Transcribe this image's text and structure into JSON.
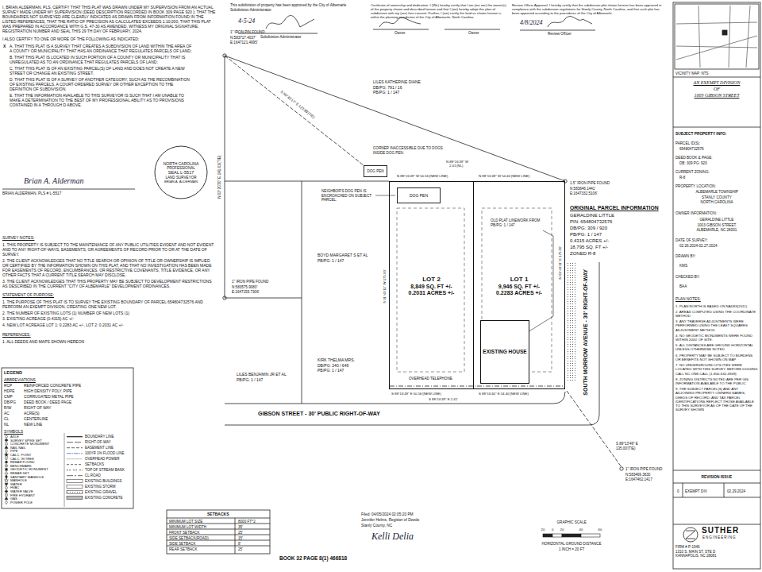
{
  "diagram": {
    "nodes": [
      {
        "text": [
          "NORTH CAROLINA",
          "PROFESSIONAL",
          "SEAL L-5517",
          "LAND SURVEYOR",
          "BRIAN A. ALDERMAN"
        ]
      },
      {
        "text": [
          "DOG PEN"
        ]
      },
      {
        "text": [
          "LOT 2",
          "8,849 SQ. FT +/-",
          "0.2031 ACRES +/-"
        ]
      },
      {
        "text": [
          "DOG PEN"
        ],
        "in": 2
      },
      {
        "text": [
          "LOT 1",
          "9,946 SQ. FT +/-",
          "0.2283 ACRES +/-"
        ]
      },
      {
        "text": [
          "EXISTING HOUSE"
        ],
        "in": 4
      }
    ],
    "labels": [
      "This subdivision of property has been approved by the City of Albemarle Subdivision Administrator.",
      "4-5-24",
      "Subdivision Administrator",
      "Certificate of ownership and dedication. I (We) hereby certify that I am (we are) the owner(s) of the property shown and described hereon and that I (we) hereby adopt this plan of subdivision with my (our) free consent. Further, I (we) certify the land as shown hereon is within the planning jurisdiction of the City of Albemarle, North Carolina.",
      "Owner",
      "Owner",
      "Review Officer Approval. I hereby certify that the subdivision plat shown hereon has been approved in compliance with the subdivision regulations for Stanly County, North Carolina, and that such plat has been approved according to the procedures of the City of Albemarle.",
      "4/8/2024",
      "Review Officer",
      "I, BRIAN ALDERMAN, PLS, CERTIFY THAT THIS PLAT WAS DRAWN UNDER MY SUPERVISION FROM AN ACTUAL SURVEY MADE UNDER MY SUPERVISION (DEED DESCRIPTION RECORDED IN BOOK 309 PAGE 920 ); THAT THE BOUNDARIES NOT SURVEYED ARE CLEARLY INDICATED AS DRAWN FROM INFORMATION FOUND IN THE LISTED REFERENCES; THAT THE RATIO OF PRECISION AS CALCULATED EXCEEDS 1:10,000; THAT THIS PLAT WAS PREPARED IN ACCORDANCE WITH G.S. 47-30 AS AMENDED, WITNESS MY ORIGINAL SIGNATURE, REGISTRATION NUMBER AND SEAL THIS 29 TH DAY OF FEBRUARY, 2024.",
      "I ALSO CERTIFY TO ONE OR MORE OF THE FOLLOWING AS INDICATED:",
      "A. THAT THIS PLAT IS A SURVEY THAT CREATES A SUBDIVISION OF LAND WITHIN THE AREA OF A COUNTY OR MUNICIPALITY THAT HAS AN ORDINANCE THAT REGULATES PARCELS OF LAND;",
      "X",
      "B. THAT THIS PLAT IS LOCATED IN SUCH PORTION OF A COUNTY OR MUNICIPALITY THAT IS UNREGULATED AS TO AN ORDINANCE THAT REGULATES PARCELS OF LAND;",
      "C. THAT THIS PLAT IS OF AN EXISTING PARCEL(S) OF LAND AND DOES NOT CREATE A NEW STREET OR CHANGE AN EXISTING STREET.",
      "D. THAT THIS PLAT IS OF A SURVEY OF ANOTHER CATEGORY, SUCH AS THE RECOMBINATION OF EXISTING PARCELS, A COURT-ORDERED SURVEY OR OTHER EXCEPTION TO THE DEFINITION OF SUBDIVISION.",
      "E. THAT THE INFORMATION AVAILABLE TO THIS SURVEYOR IS SUCH THAT I AM UNABLE TO MAKE A DETERMINATION TO THE BEST OF MY PROFESSIONAL ABILITY AS TO PROVISIONS CONTAINED IN A THROUGH D ABOVE.",
      "Brian A. Alderman",
      "BRIAN ALDERMAN, PLS # L-5517",
      "SURVEY NOTES:",
      "1. THIS PROPERTY IS SUBJECT TO THE MAINTENANCE OF ANY PUBLIC UTILITIES EVIDENT AND NOT EVIDENT AND TO ANY RIGHT-OF-WAYS, EASEMENTS, OR AGREEMENTS OF RECORD PRIOR TO OR AT THE DATE OF SURVEY.",
      "2. THE CLIENT ACKNOWLEDGES THAT NO TITLE SEARCH OR OPINION OF TITLE OR OWNERSHIP IS IMPLIED OR CERTIFIED BY THE INFORMATION SHOWN ON THIS PLAT, AND THAT NO INVESTIGATION HAS BEEN MADE FOR EASEMENTS OF RECORD, ENCUMBRANCES, OR RESTRICTIVE COVENANTS, TITLE EVIDENCE, OR ANY OTHER FACTS THAT A CURRENT TITLE SEARCH MAY DISCLOSE.",
      "3. THE CLIENT ACKNOWLEDGES THAT THIS PROPERTY MAY BE SUBJECT TO DEVELOPMENT RESTRICTIONS AS DESCRIBED IN THE CURRENT \"CITY OF ALBEMARLE\" DEVELOPMENT ORDINANCES.",
      "STATEMENT OF PURPOSE:",
      "1. THE PURPOSE OF THIS PLAT IS TO SURVEY THE EXISTING BOUNDARY OF PARCEL 654804732576 AND PERFORM AN EXEMPT DIVISION, CREATING ONE NEW LOT.",
      "2. THE NUMBER OF EXISTING LOTS (1) NUMBER OF NEW LOTS (1)",
      "3. EXISTING ACREAGE (0.4315) AC +/-",
      "4. NEW LOT ACREAGE LOT 1: 0.2283 AC +/-, LOT 2: 0.2031 AC +/-",
      "REFERENCES:",
      "1. ALL DEEDS AND MAPS SHOWN HEREON",
      "LEGEND",
      "ABBREVIATIONS",
      "RCP",
      "REINFORCED CONCRETE PIPE",
      "HDPE",
      "HIGH DENSITY POLY. PIPE",
      "CMP",
      "CORRUGATED METAL PIPE",
      "DB/PG",
      "DEED BOOK / DEED PAGE",
      "R/W",
      "RIGHT OF WAY",
      "AC",
      "ACRE(S)",
      "CL",
      "CENTERLINE",
      "NL",
      "NEW LINE",
      "SYMBOLS",
      "SETBACKS",
      "MINIMUM LOT SIZE",
      "8000 FT^2",
      "MINIMUM LOT WIDTH",
      "35'",
      "FRONT SETBACK",
      "25'",
      "SIDE SETBACK(ROAD)",
      "15'",
      "SIDE SETBACK",
      "8'",
      "REAR SETBACK",
      "25'",
      "BOOK 32 PAGE 8(1) 466818",
      "Filed: 04/05/2024 02:05:20 PM",
      "Jennifer Helms, Register of Deeds",
      "Stanly County, NC",
      "Kelli Delia",
      "1\" IRON PIN FOUND",
      "N:583717.4037'",
      "E:1647121.4995'",
      "S 56°43'17\" E 123.99'(TIE)",
      "N 02°20'20\" E 141.61'(TIE)",
      "LILES KATHERINE DIANE",
      "DB/PG: 791 / 16",
      "PB/PG: 1 / 147",
      "CORNER INACCESSIBLE DUE TO DOGS INSIDE DOG PEN.",
      "N 88°16'49\" W",
      "2.41'(NL)",
      "N 88°16'49\" W 50.56'(NEW LINE)",
      "N 88°16'49\" W 54.40'(NEW LINE)",
      "NEIGHBOR'S DOG PEN IS ENCROACHED ON SUBJECT PARCEL.",
      "BOYD MARGARET S ET AL",
      "PB/PG: 1 / 147",
      "1\" IRON PIPE FOUND",
      "N:583575.9083'",
      "E:1647155.7306'",
      "S 01°43'11\" W 175.00'",
      "KIRK THELMA MRS.",
      "DB/PG: 240 / 649",
      "PB/PG: 1 / 147",
      "LILES BENJAMIN JR ET AL",
      "PB/PG: 1 / 147",
      "OVERHEAD TELEPHONE",
      "S 88°16'49\" E 50.56'(NEW LINE)",
      "S 88°16'49\" E 2.41'",
      "S 88°16'40\" E 54.40'(NEW LINE)",
      "GIBSON STREET - 30' PUBLIC RIGHT-OF-WAY",
      "OLD PLAT LINEWORK FROM PB/PG: 1 / 147",
      "N 01°43'11\" E 175.00'",
      "SOUTH MORROW AVENUE - 30' RIGHT-OF-WAY",
      "1.5\" IRON PIPE FOUND",
      "N:583646.1441'",
      "E:1647332.5106'",
      "ORIGINAL PARCEL INFORMATION",
      "GERALDINE LITTLE",
      "PIN: 654804732576",
      "DB/PG: 309 / 920",
      "PB/PG: 1 / 147",
      "0.4315 ACRES +/-",
      "18,795 SQ. FT +/-",
      "ZONED R-8",
      "S 89°13'49\" E",
      "135.00'(TIE)",
      "1\" IRON PIPE FOUND",
      "N:583469.3630",
      "E:1647462.1417",
      "GRAPHIC SCALE",
      "20",
      "0",
      "20",
      "40",
      "60",
      "HORIZONTAL GROUND DISTANCE",
      "1 INCH = 20 FT",
      "VICINITY MAP: NTS",
      "AN EXEMPT DIVISION",
      "OF",
      "1003 GIBSON STREET",
      "SUBJECT PROPERTY INFO:",
      "PARCEL ID(S):",
      "654804732576",
      "DEED BOOK & PAGE:",
      "DB: 309 PG: 920",
      "CURRENT ZONING:",
      "R-8",
      "PROPERTY LOCATION:",
      "ALBEMARLE TOWNSHIP",
      "STANLY COUNTY",
      "NORTH CAROLINA",
      "OWNER INFORMATION:",
      "GERALDINE LITTLE",
      "1003 GIBSON STREET",
      "ALBEMARLE, NC 28001",
      "DATE OF SURVEY:",
      "02.26.2024-02.27.2024",
      "DRAWN BY:",
      "KMS",
      "CHECKED BY:",
      "BAA",
      "PLAN NOTES:",
      "1. PLAN NORTH IS BASED ON NAD83(2011)",
      "2. AREAS COMPUTED USING THE COORDINATE METHOD",
      "3. ANY TRAVERSE ADJUSTMENTS WERE PERFORMED USING THE LEAST SQUARES ADJUSTMENT METHOD",
      "4. NO GEODETIC MONUMENTS WERE FOUND WITHIN 2000' OF SITE.",
      "5. ALL DISTANCES ARE GROUND HORIZONTAL UNLESS OTHERWISE NOTED",
      "6. PROPERTY MAY BE SUBJECT TO BURDENS OR BENEFITS NOT SHOWN ON MAP",
      "7. NO UNDERGROUND UTILITIES WERE LOCATED WITH THIS SURVEY. BEFORE DIGGING CALL NC ONE-CALL (1-800-632-4949)",
      "8. ZONING DISTRICTS NOTED ARE PER GIS INFORMATION AVAILABLE TO THE PUBLIC",
      "9. THE SUBJECT PARCEL(S) AND ANY ADJOINING PROPERTY OWNERS NAMES, DEEDS OF RECORD, AND TAX PARCEL IDENTIFICATIONS REFLECT THOSE AVAILABLE TO THIS SURVEYOR AS OF THE DATE OF THE SURVEY SHOWN",
      "REVISION ISSUE",
      "0",
      "EXEMPT DIV",
      "02.29.2024",
      "SUTHER",
      "ENGINEERING",
      "FIRM # P-1946",
      "1310 S. MAIN ST. STE D",
      "KANNAPOLIS, NC 28081"
    ],
    "legend": [
      {
        "text": "AXLE"
      },
      {
        "text": "SURVEY SPIKE SET"
      },
      {
        "text": "CONCRETE MONUMENT"
      },
      {
        "text": "NAIL NAIL"
      },
      {
        "text": "PIPE"
      },
      {
        "text": "CALC. POINT"
      },
      {
        "text": "CALC. IN TREE"
      },
      {
        "text": "REBAR FOUND"
      },
      {
        "text": "BENCHMARK"
      },
      {
        "text": "GEODETIC MONUMENT"
      },
      {
        "text": "REBAR SET"
      },
      {
        "text": "SANITARY MANHOLE"
      },
      {
        "text": "MANHOLE"
      },
      {
        "text": "WATER"
      },
      {
        "text": "HVAC"
      },
      {
        "text": "WATER VALVE"
      },
      {
        "text": "FIRE HYDRANT"
      },
      {
        "text": "GAS"
      },
      {
        "text": "POWER POLE"
      },
      {
        "text": "BOUNDARY LINE"
      },
      {
        "text": "RIGHT-OF-WAY"
      },
      {
        "text": "EASEMENT LINE"
      },
      {
        "text": "100YR 1% FLOOD LINE"
      },
      {
        "text": "OVERHEAD POWER"
      },
      {
        "text": "SETBACKS"
      },
      {
        "text": "TOP OF STREAM BANK"
      },
      {
        "text": "CL ROAD"
      },
      {
        "text": "EXISTING BUILDINGS"
      },
      {
        "text": "EXISTING STORM"
      },
      {
        "text": "EXISTING GRAVEL"
      },
      {
        "text": "EXISTING CONCRETE"
      }
    ]
  }
}
